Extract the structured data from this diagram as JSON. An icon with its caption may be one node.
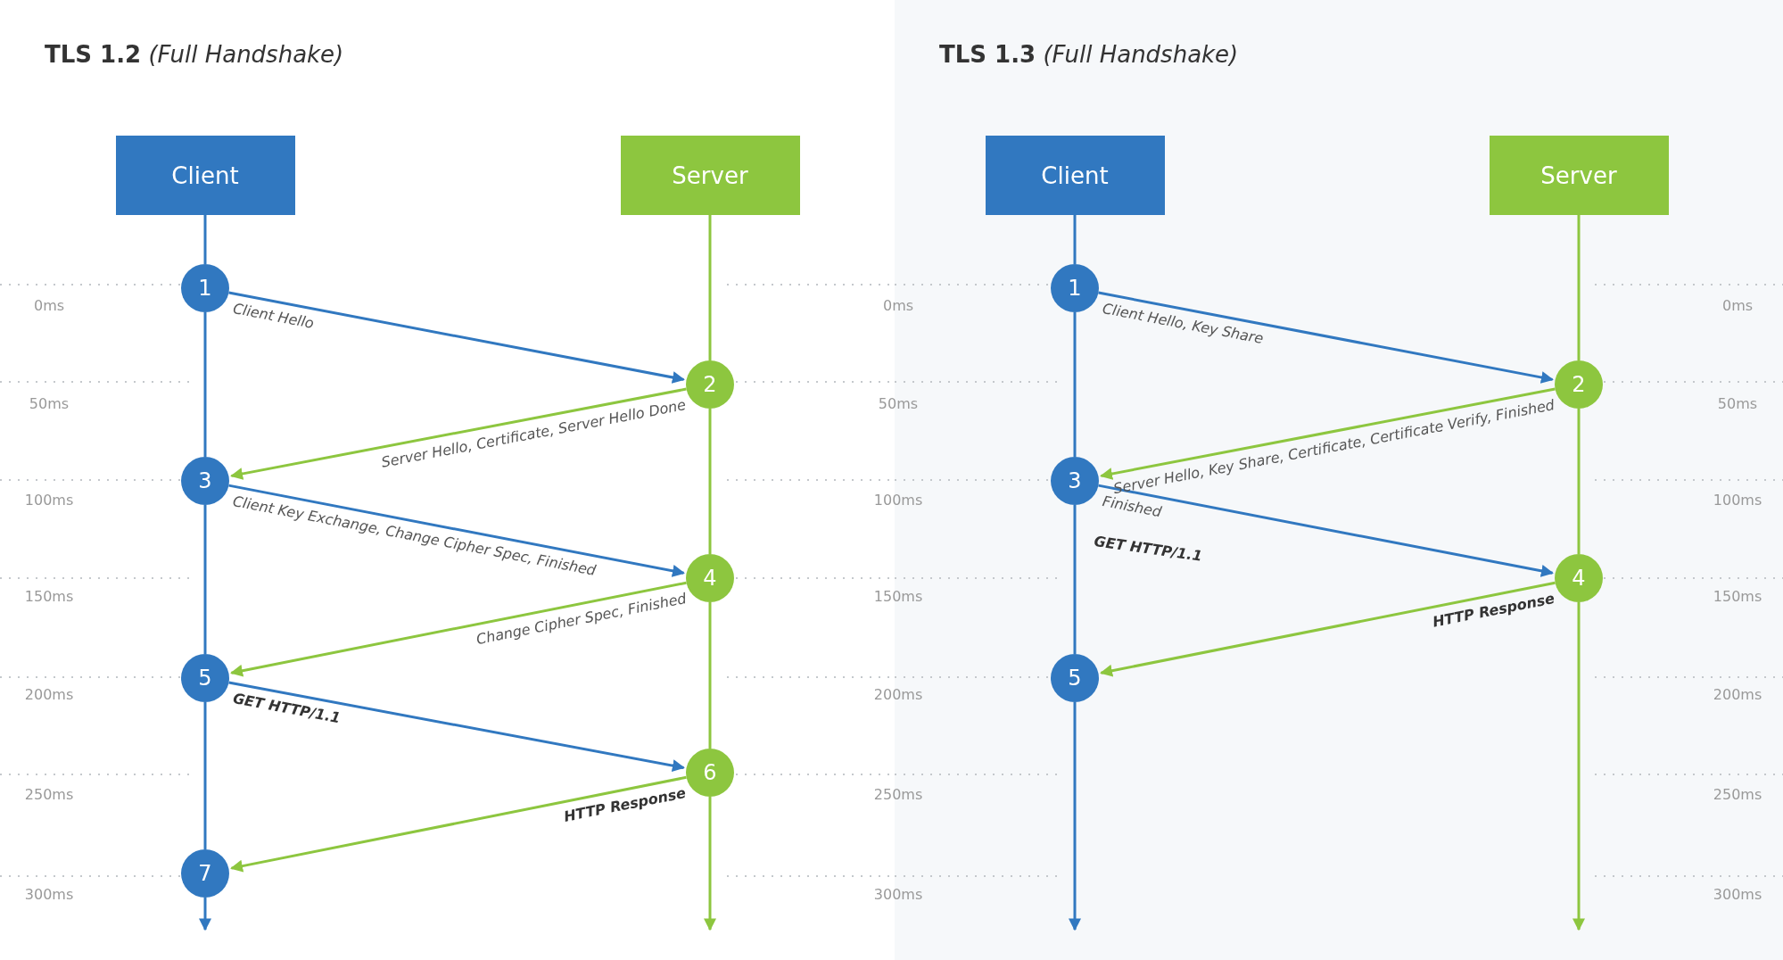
{
  "diagram": {
    "nodes": [
      {
        "text": [
          "**TLS 1.2** *(Full Handshake)*"
        ]
      },
      {
        "text": [
          "Client"
        ],
        "in": 0
      },
      {
        "text": [
          "Server"
        ],
        "in": 0
      },
      {
        "text": [
          "1"
        ],
        "in": 0
      },
      {
        "text": [
          "2"
        ],
        "in": 0
      },
      {
        "text": [
          "3"
        ],
        "in": 0
      },
      {
        "text": [
          "4"
        ],
        "in": 0
      },
      {
        "text": [
          "5"
        ],
        "in": 0
      },
      {
        "text": [
          "6"
        ],
        "in": 0
      },
      {
        "text": [
          "7"
        ],
        "in": 0
      },
      {
        "text": [
          "**TLS 1.3** *(Full Handshake)*"
        ]
      },
      {
        "text": [
          "Client"
        ],
        "in": 10
      },
      {
        "text": [
          "Server"
        ],
        "in": 10
      },
      {
        "text": [
          "1"
        ],
        "in": 10
      },
      {
        "text": [
          "2"
        ],
        "in": 10
      },
      {
        "text": [
          "3"
        ],
        "in": 10
      },
      {
        "text": [
          "4"
        ],
        "in": 10
      },
      {
        "text": [
          "5"
        ],
        "in": 10
      }
    ],
    "edges": [
      {
        "from": 1,
        "to": 3,
        "arrow": "none"
      },
      {
        "from": 3,
        "to": 5,
        "arrow": "none"
      },
      {
        "from": 5,
        "to": 7,
        "arrow": "none"
      },
      {
        "from": 7,
        "to": 9,
        "arrow": "none"
      },
      {
        "from": 9,
        "to": null,
        "arrow": "to"
      },
      {
        "from": 2,
        "to": 4,
        "arrow": "none",
        "color": "#8dc63f"
      },
      {
        "from": 4,
        "to": 6,
        "arrow": "none",
        "color": "#8dc63f"
      },
      {
        "from": 6,
        "to": 8,
        "arrow": "none",
        "color": "#8dc63f"
      },
      {
        "from": 8,
        "to": null,
        "arrow": "to",
        "color": "#8dc63f"
      },
      {
        "from": 3,
        "to": 4,
        "arrow": "to",
        "label": "Client Hello"
      },
      {
        "from": 4,
        "to": 5,
        "arrow": "to",
        "label": "Server Hello, Certificate, Server Hello Done",
        "color": "#8dc63f"
      },
      {
        "from": 5,
        "to": 6,
        "arrow": "to",
        "label": "Client Key Exchange, Change Cipher Spec, Finished"
      },
      {
        "from": 6,
        "to": 7,
        "arrow": "to",
        "label": "Change Cipher Spec, Finished",
        "color": "#8dc63f"
      },
      {
        "from": 7,
        "to": 8,
        "arrow": "to",
        "label": "GET HTTP/1.1"
      },
      {
        "from": 8,
        "to": 9,
        "arrow": "to",
        "label": "HTTP Response",
        "color": "#8dc63f"
      },
      {
        "from": 11,
        "to": 13,
        "arrow": "none"
      },
      {
        "from": 13,
        "to": 15,
        "arrow": "none"
      },
      {
        "from": 15,
        "to": 17,
        "arrow": "none"
      },
      {
        "from": 17,
        "to": null,
        "arrow": "to"
      },
      {
        "from": 12,
        "to": 14,
        "arrow": "none",
        "color": "#8dc63f"
      },
      {
        "from": 14,
        "to": 16,
        "arrow": "none",
        "color": "#8dc63f"
      },
      {
        "from": 16,
        "to": null,
        "arrow": "to",
        "color": "#8dc63f"
      },
      {
        "from": 13,
        "to": 14,
        "arrow": "to",
        "label": "Client Hello, Key Share"
      },
      {
        "from": 14,
        "to": 15,
        "arrow": "to",
        "label": "Server Hello, Key Share, Certificate, Certificate Verify, Finished",
        "color": "#8dc63f"
      },
      {
        "from": 15,
        "to": 16,
        "arrow": "to",
        "label": "Finished"
      },
      {
        "from": 16,
        "to": 17,
        "arrow": "to",
        "label": "HTTP Response",
        "color": "#8dc63f"
      }
    ],
    "labels": [
      "0ms",
      "0ms",
      "0ms",
      "50ms",
      "50ms",
      "50ms",
      "100ms",
      "100ms",
      "100ms",
      "150ms",
      "150ms",
      "150ms",
      "200ms",
      "200ms",
      "200ms",
      "250ms",
      "250ms",
      "250ms",
      "300ms",
      "300ms",
      "300ms",
      "GET HTTP/1.1"
    ]
  }
}
